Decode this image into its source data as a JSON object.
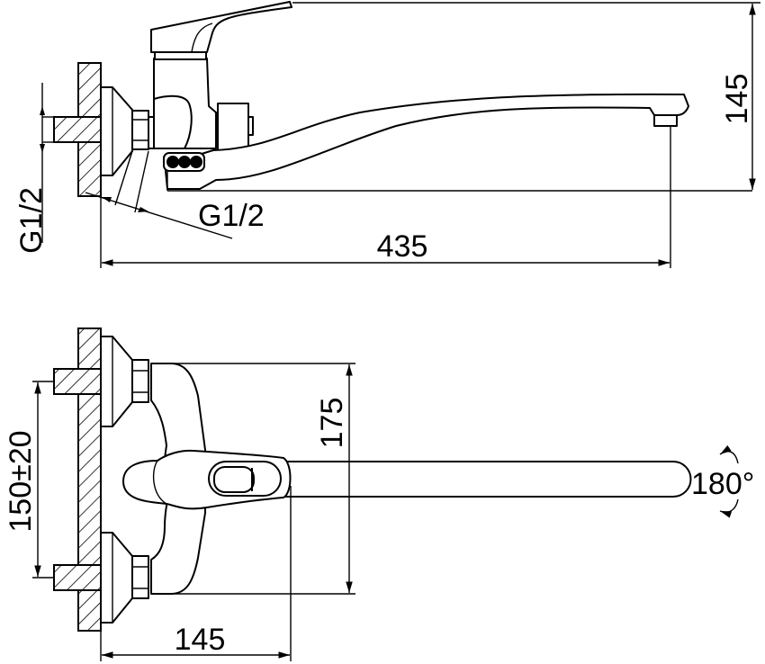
{
  "drawing": {
    "side_view": {
      "dim_height": "145",
      "dim_length": "435",
      "thread_inlet": "G1/2",
      "thread_pipe": "G1/2"
    },
    "front_view": {
      "dim_center_distance": "150±20",
      "dim_body_height": "175",
      "dim_depth": "145",
      "spout_rotation": "180°"
    }
  }
}
